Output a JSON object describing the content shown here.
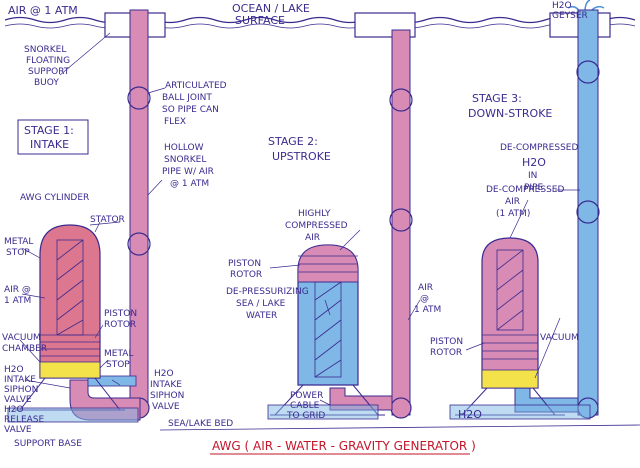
{
  "labels": {
    "air_1atm_top": "AIR @ 1 ATM",
    "ocean_surface_1": "OCEAN / LAKE",
    "ocean_surface_2": "SURFACE",
    "h2o_geyser_1": "H2O",
    "h2o_geyser_2": "GEYSER",
    "snorkel_buoy_1": "SNORKEL",
    "snorkel_buoy_2": "FLOATING",
    "snorkel_buoy_3": "SUPPORT",
    "snorkel_buoy_4": "BUOY",
    "articulated_1": "ARTICULATED",
    "articulated_2": "BALL JOINT",
    "articulated_3": "SO PIPE CAN",
    "articulated_4": "FLEX",
    "stage1_1": "STAGE 1:",
    "stage1_2": "INTAKE",
    "hollow_1": "HOLLOW",
    "hollow_2": "SNORKEL",
    "hollow_3": "PIPE W/ AIR",
    "hollow_4": "@ 1 ATM",
    "stage2_1": "STAGE 2:",
    "stage2_2": "UPSTROKE",
    "stage3_1": "STAGE 3:",
    "stage3_2": "DOWN-STROKE",
    "decompressed_h2o_1": "DE-COMPRESSED",
    "decompressed_h2o_2": "H2O",
    "decompressed_h2o_3": "IN",
    "decompressed_h2o_4": "PIPE",
    "awg_cylinder": "AWG CYLINDER",
    "stator": "STATOR",
    "metal_stop_1": "METAL",
    "metal_stop_2": "STOP",
    "air_1atm_s1_1": "AIR @",
    "air_1atm_s1_2": "1 ATM",
    "piston_rotor_s1_1": "PISTON",
    "piston_rotor_s1_2": "ROTOR",
    "vacuum_chamber_1": "VACUUM",
    "vacuum_chamber_2": "CHAMBER",
    "metal_stop_b1": "METAL",
    "metal_stop_b2": "STOP",
    "h2o_intake_l1": "H2O",
    "h2o_intake_l2": "INTAKE",
    "h2o_intake_l3": "SIPHON",
    "h2o_intake_l4": "VALVE",
    "h2o_release_1": "H2O",
    "h2o_release_2": "RELEASE",
    "h2o_release_3": "VALVE",
    "h2o_intake_r1": "H2O",
    "h2o_intake_r2": "INTAKE",
    "h2o_intake_r3": "SIPHON",
    "h2o_intake_r4": "VALVE",
    "support_base": "SUPPORT BASE",
    "highly_1": "HIGHLY",
    "highly_2": "COMPRESSED",
    "highly_3": "AIR",
    "piston_rotor_s2_1": "PISTON",
    "piston_rotor_s2_2": "ROTOR",
    "depress_1": "DE-PRESSURIZING",
    "depress_2": "SEA / LAKE",
    "depress_3": "WATER",
    "air_1atm_s2_1": "AIR",
    "air_1atm_s2_2": "@",
    "air_1atm_s2_3": "1 ATM",
    "power_cable_1": "POWER",
    "power_cable_2": "CABLE",
    "power_cable_3": "TO GRID",
    "decomp_air_1": "DE-COMPRESSED",
    "decomp_air_2": "AIR",
    "decomp_air_3": "(1 ATM)",
    "piston_rotor_s3_1": "PISTON",
    "piston_rotor_s3_2": "ROTOR",
    "vacuum_s3": "VACUUM",
    "h2o_s3": "H2O",
    "sea_bed": "SEA/LAKE BED",
    "bottom_title": "AWG ( AIR - WATER - GRAVITY  GENERATOR )"
  },
  "colors": {
    "ink": "#3b2b8f",
    "air_pink": "#d88bb4",
    "air_red": "#d24a6a",
    "water_blue": "#7fb7e6",
    "water_deep": "#4a90d9",
    "vacuum_yellow": "#f3e24a",
    "title_red": "#c4162a"
  }
}
